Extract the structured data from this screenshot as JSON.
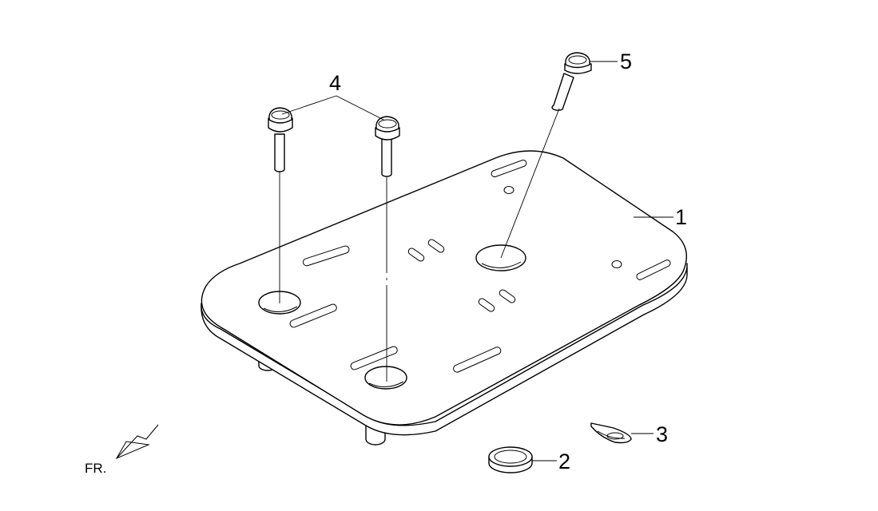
{
  "callouts": {
    "part_1": "1",
    "part_2": "2",
    "part_3": "3",
    "part_4": "4",
    "part_5": "5"
  },
  "orientation": {
    "label": "FR."
  },
  "colors": {
    "line": "#000000",
    "background": "#ffffff"
  }
}
